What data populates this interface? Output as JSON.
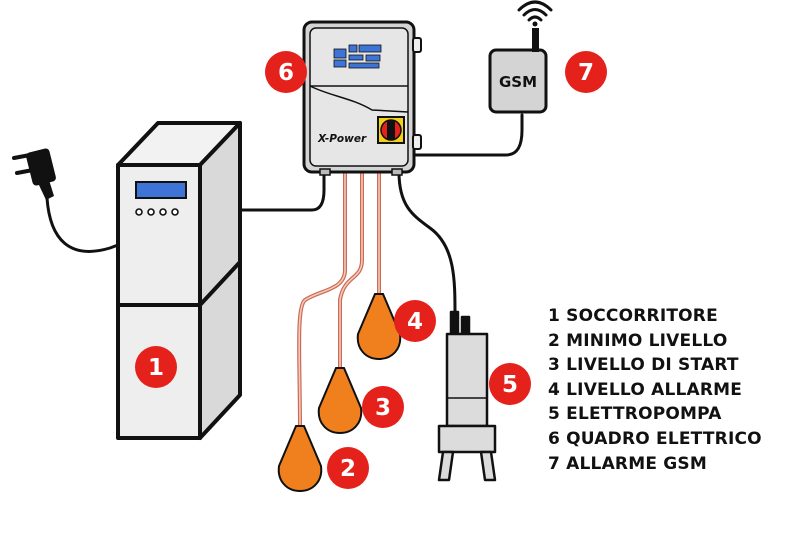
{
  "panel": {
    "brand_label": "X-Power"
  },
  "gsm": {
    "label": "GSM"
  },
  "badges": [
    "1",
    "2",
    "3",
    "4",
    "5",
    "6",
    "7"
  ],
  "legend": [
    "1 SOCCORRITORE",
    "2 MINIMO LIVELLO",
    "3 LIVELLO DI START",
    "4 LIVELLO ALLARME",
    "5 ELETTROPOMPA",
    "6 QUADRO ELETTRICO",
    "7 ALLARME GSM"
  ],
  "colors": {
    "badge": "#e4211b",
    "float": "#f07f1e",
    "float_cable": "#f0a58c",
    "display": "#3d74d6",
    "cabinet": "#eeeeee",
    "outline": "#111111"
  }
}
